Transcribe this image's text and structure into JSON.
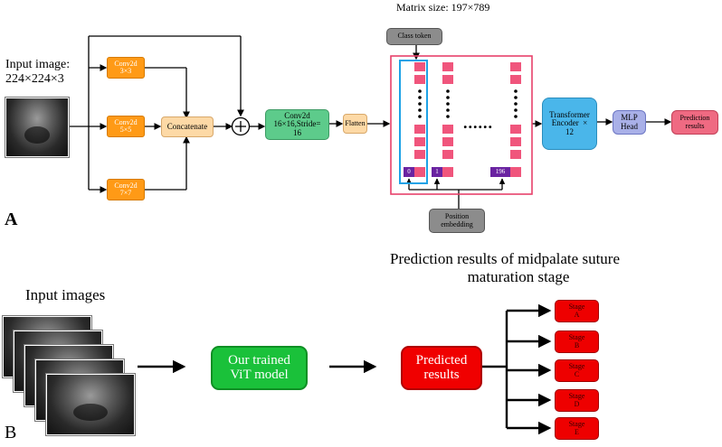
{
  "panelA": {
    "panel_letter": "A",
    "input_label_line1": "Input image:",
    "input_label_line2": "224×224×3",
    "matrix_size": "Matrix size: 197×789",
    "conv3": "Conv2d\n3×3",
    "conv5": "Conv2d\n5×5",
    "conv7": "Conv2d\n7×7",
    "concatenate": "Concatenate",
    "plus": "+",
    "conv16": "Conv2d\n16×16,Stride=\n16",
    "flatten": "Flatten",
    "class_token": "Class token",
    "position_embedding": "Position\nembedding",
    "token_0": "0",
    "token_1": "1",
    "token_196": "196",
    "ellipsis": "......",
    "transformer": "Transformer\nEncoder  ×\n12",
    "mlp": "MLP\nHead",
    "prediction": "Prediction\nresults"
  },
  "panelB": {
    "panel_letter": "B",
    "input_images": "Input images",
    "model": "Our trained\nViT model",
    "predicted": "Predicted\nresults",
    "title_line1": "Prediction results of midpalate suture",
    "title_line2": "maturation stage",
    "stages": [
      "Stage\nA",
      "Stage\nB",
      "Stage\nC",
      "Stage\nD",
      "Stage\nE"
    ]
  },
  "colors": {
    "conv": "#ff9a16",
    "concat": "#fdd9a6",
    "conv16": "#5dcb8b",
    "transformer": "#4ab6ea",
    "mlp": "#a9b0e8",
    "prediction": "#ef6a82",
    "patch": "#f0557c",
    "token": "#6a23a1",
    "frame": "#e8416a",
    "class_frame": "#1ea2e6",
    "model": "#1ac13a",
    "red": "#f00000"
  }
}
